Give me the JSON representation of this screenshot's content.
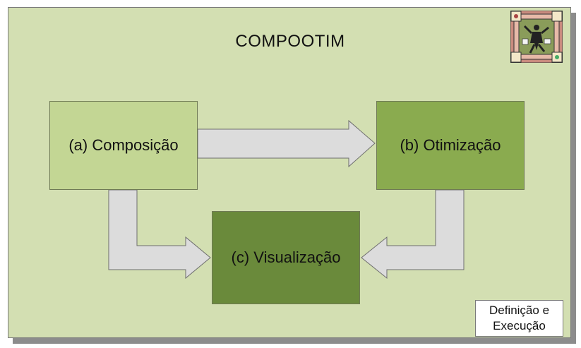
{
  "diagram": {
    "title": "COMPOOTIM",
    "nodes": {
      "a": "(a) Composição",
      "b": "(b) Otimização",
      "c": "(c) Visualização"
    },
    "edges": [
      {
        "from": "a",
        "to": "b"
      },
      {
        "from": "a",
        "to": "c"
      },
      {
        "from": "b",
        "to": "c"
      }
    ],
    "note": "Definição e Execução"
  },
  "colors": {
    "background": "#d3dfb2",
    "node_a": "#c3d694",
    "node_b": "#8aab4f",
    "node_c": "#6a8a3b",
    "arrow": "#dcdcdc"
  },
  "icons": {
    "logo": "business-people-clipart-icon"
  }
}
